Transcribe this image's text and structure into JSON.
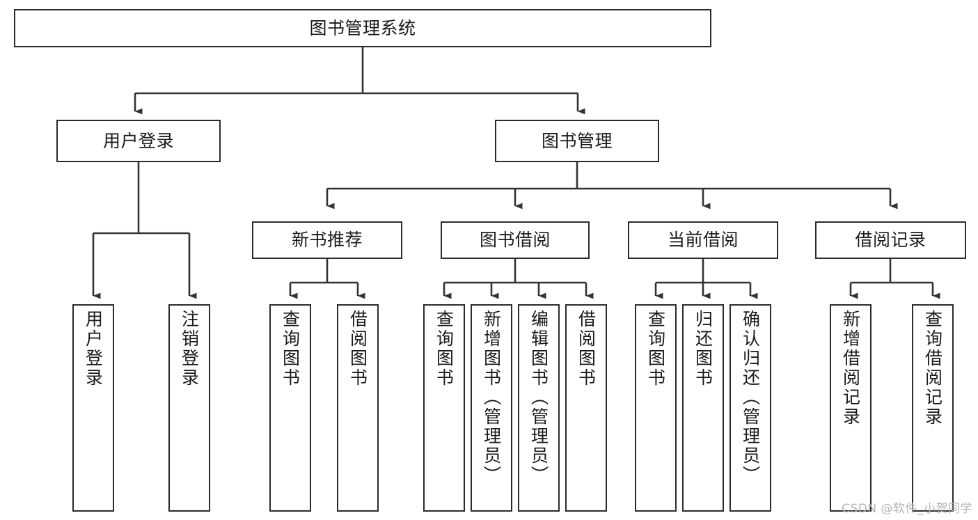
{
  "diagram": {
    "title": "图书管理系统",
    "type": "tree-hierarchy-diagram",
    "colors": {
      "box_border": "#2b2b2b",
      "box_fill": "#ffffff",
      "connector": "#333333",
      "text": "#1a1a1a",
      "watermark": "#b4b4b4"
    },
    "nodes": {
      "root": {
        "label": "图书管理系统",
        "orientation": "horizontal"
      },
      "level2": [
        {
          "id": "user-login",
          "label": "用户登录",
          "orientation": "horizontal"
        },
        {
          "id": "book-management",
          "label": "图书管理",
          "orientation": "horizontal"
        }
      ],
      "level3": [
        {
          "id": "new-book-recommend",
          "label": "新书推荐",
          "orientation": "horizontal"
        },
        {
          "id": "book-borrow",
          "label": "图书借阅",
          "orientation": "horizontal"
        },
        {
          "id": "current-borrow",
          "label": "当前借阅",
          "orientation": "horizontal"
        },
        {
          "id": "borrow-record",
          "label": "借阅记录",
          "orientation": "horizontal"
        }
      ],
      "leaves": [
        {
          "id": "leaf-user-login",
          "label": "用户登录",
          "parent": "user-login",
          "orientation": "vertical"
        },
        {
          "id": "leaf-logout-login",
          "label": "注销登录",
          "parent": "user-login",
          "orientation": "vertical"
        },
        {
          "id": "leaf-query-book-1",
          "label": "查询图书",
          "parent": "new-book-recommend",
          "orientation": "vertical"
        },
        {
          "id": "leaf-borrow-book-1",
          "label": "借阅图书",
          "parent": "new-book-recommend",
          "orientation": "vertical"
        },
        {
          "id": "leaf-query-book-2",
          "label": "查询图书",
          "parent": "book-borrow",
          "orientation": "vertical"
        },
        {
          "id": "leaf-add-book",
          "label": "新增图书（管理员）",
          "parent": "book-borrow",
          "orientation": "vertical"
        },
        {
          "id": "leaf-edit-book",
          "label": "编辑图书（管理员）",
          "parent": "book-borrow",
          "orientation": "vertical"
        },
        {
          "id": "leaf-borrow-book-2",
          "label": "借阅图书",
          "parent": "book-borrow",
          "orientation": "vertical"
        },
        {
          "id": "leaf-query-book-3",
          "label": "查询图书",
          "parent": "current-borrow",
          "orientation": "vertical"
        },
        {
          "id": "leaf-return-book",
          "label": "归还图书",
          "parent": "current-borrow",
          "orientation": "vertical"
        },
        {
          "id": "leaf-confirm-return",
          "label": "确认归还（管理员）",
          "parent": "current-borrow",
          "orientation": "vertical"
        },
        {
          "id": "leaf-add-record",
          "label": "新增借阅记录",
          "parent": "borrow-record",
          "orientation": "vertical"
        },
        {
          "id": "leaf-query-record",
          "label": "查询借阅记录",
          "parent": "borrow-record",
          "orientation": "vertical"
        }
      ]
    },
    "watermark": "CSDN @软件_小贺同学"
  }
}
